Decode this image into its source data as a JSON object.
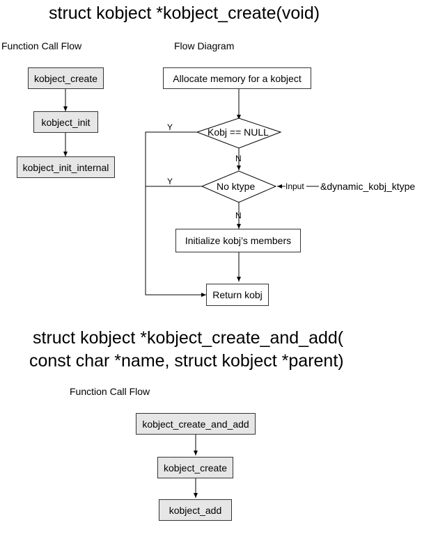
{
  "diagram1": {
    "title": "struct kobject *kobject_create(void)",
    "call_flow_label": "Function Call Flow",
    "flow_diagram_label": "Flow Diagram",
    "call_flow": [
      "kobject_create",
      "kobject_init",
      "kobject_init_internal"
    ],
    "flow": {
      "allocate": "Allocate memory for a kobject",
      "decision_null": "Kobj == NULL",
      "decision_ktype": "No ktype",
      "initialize": "Initialize kobj’s members",
      "return": "Return kobj",
      "yes_label": "Y",
      "no_label": "N",
      "input_label": "Input",
      "input_value": "&dynamic_kobj_ktype"
    }
  },
  "diagram2": {
    "title_line1": "struct kobject *kobject_create_and_add(",
    "title_line2": "const char *name, struct kobject *parent)",
    "call_flow_label": "Function Call Flow",
    "call_flow": [
      "kobject_create_and_add",
      "kobject_create",
      "kobject_add"
    ]
  }
}
